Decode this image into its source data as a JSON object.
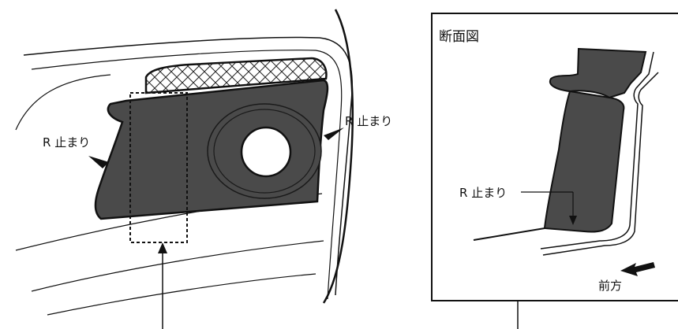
{
  "labels": {
    "r_stop_left": "R 止まり",
    "r_stop_right": "R 止まり",
    "section_title": "断面図",
    "r_stop_section": "R 止まり",
    "front_direction": "前方"
  },
  "colors": {
    "part_fill": "#4a4a4a",
    "line": "#111111",
    "background": "#ffffff"
  }
}
